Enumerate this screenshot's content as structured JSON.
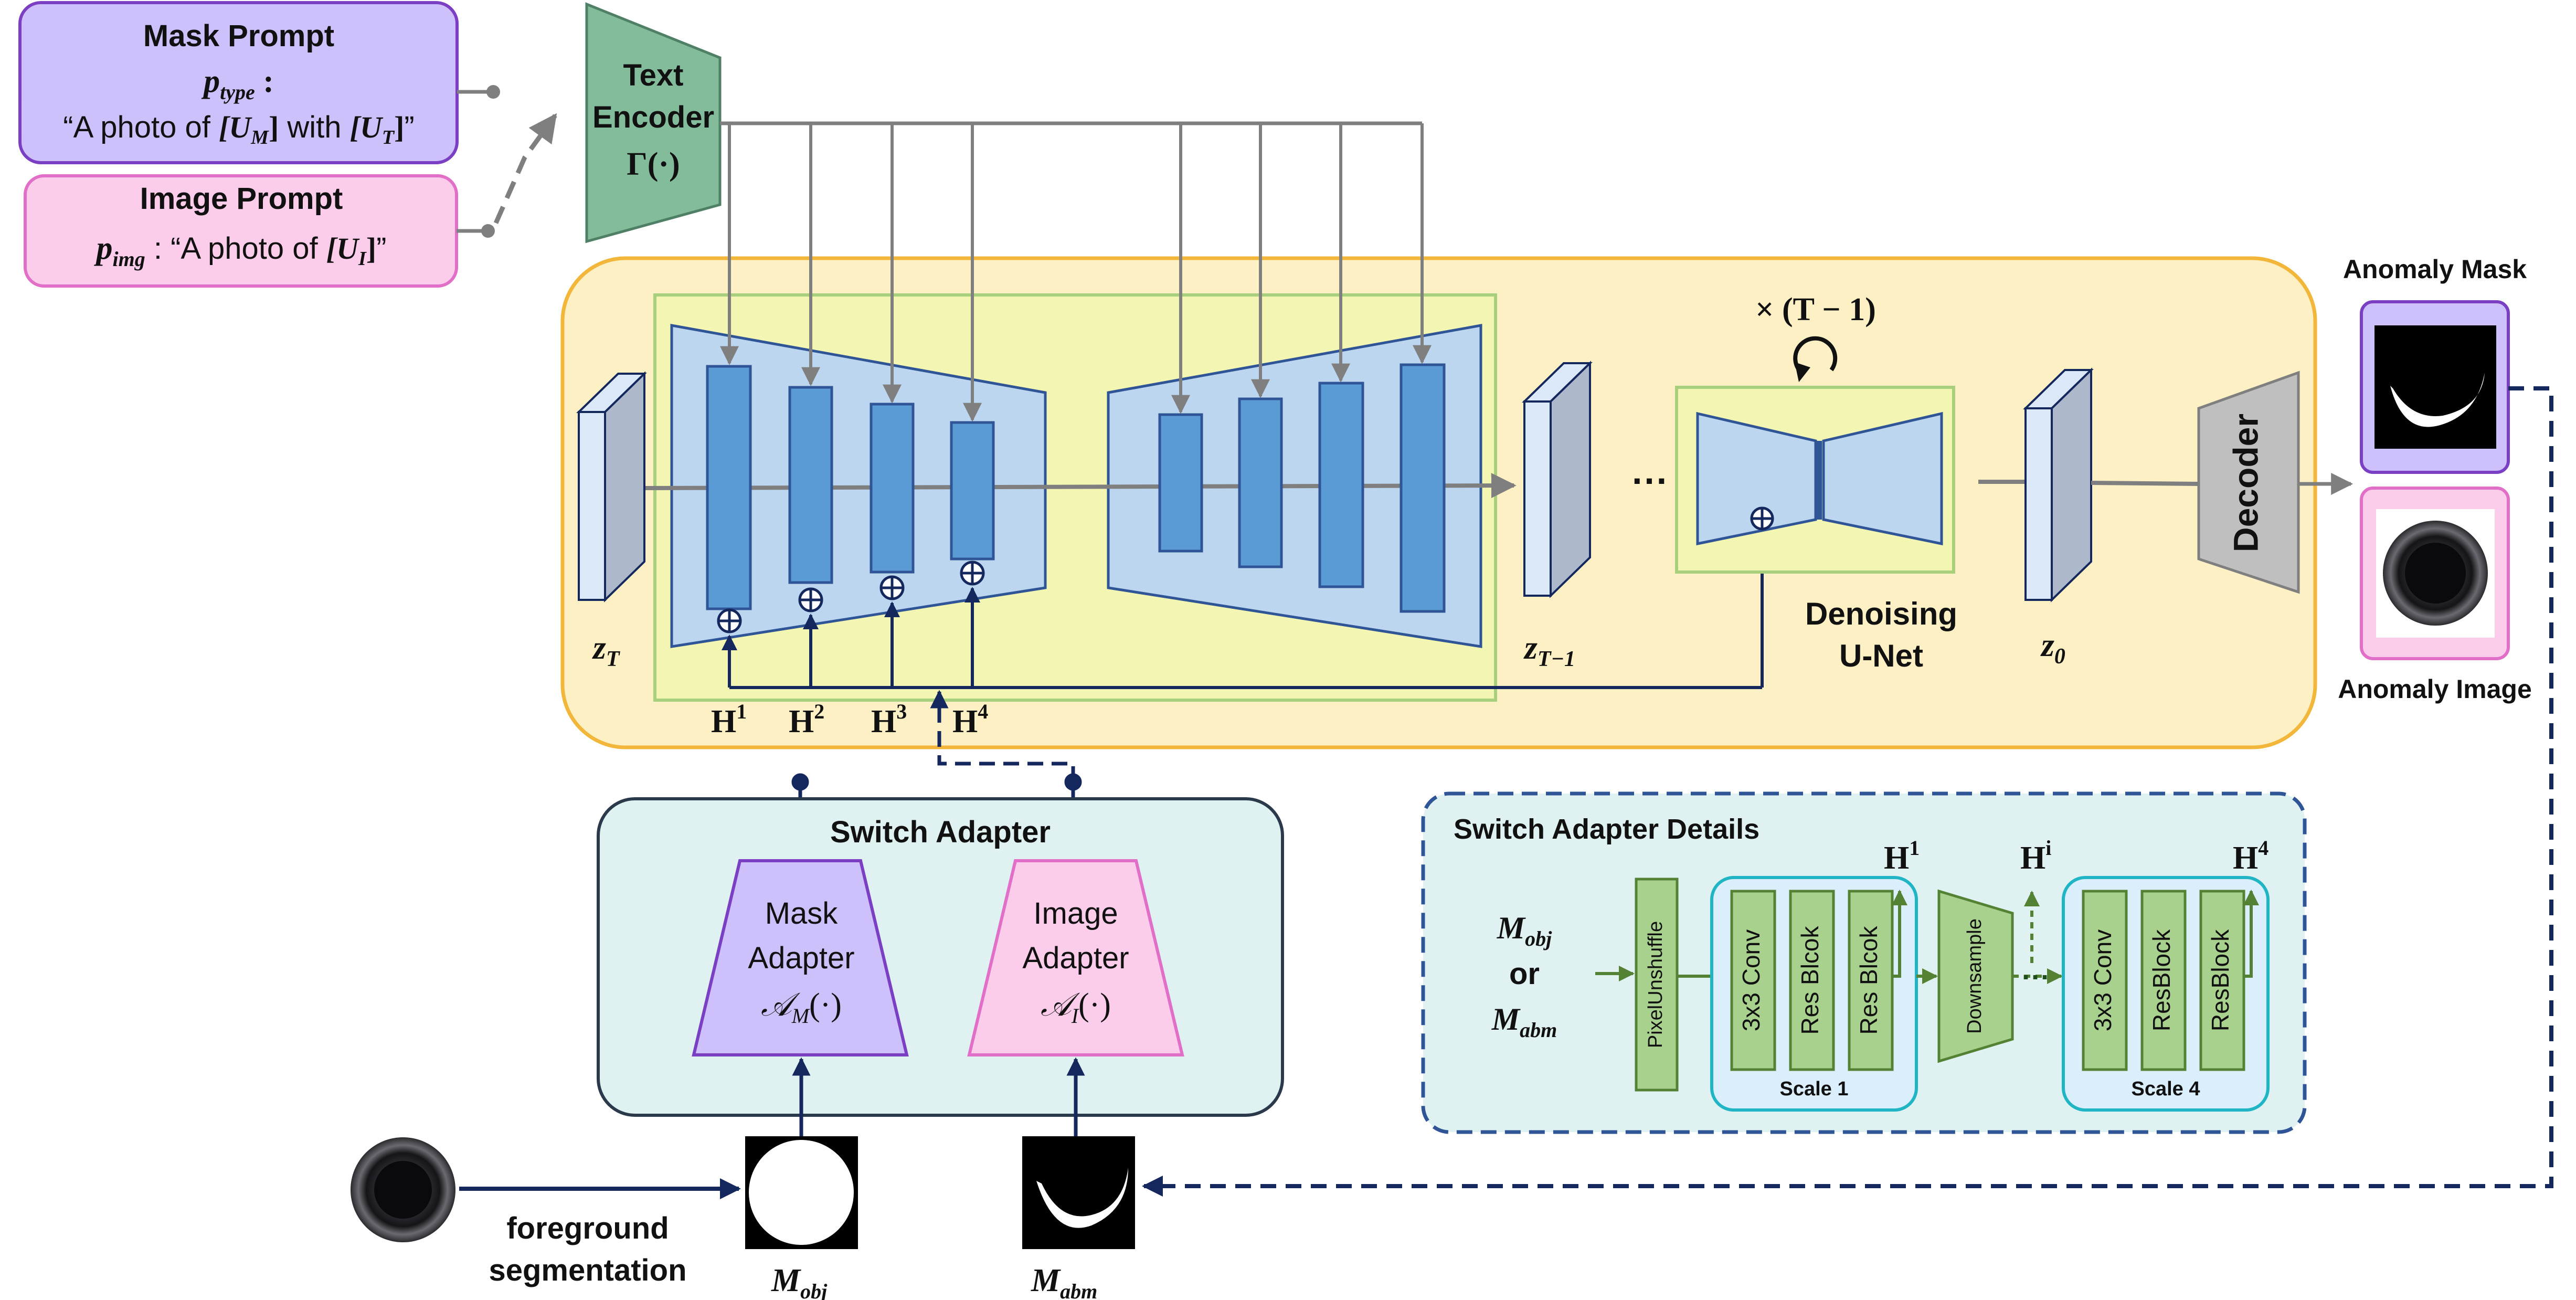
{
  "prompts": {
    "mask": {
      "title": "Mask Prompt",
      "var": "p",
      "var_sub": "type",
      "colon": " :",
      "line_a": "“A photo of ",
      "um": "[U",
      "um_sub": "M",
      "um_close": "]",
      "with": " with ",
      "ut": "[U",
      "ut_sub": "T",
      "ut_close": "]",
      "end_quote": "”"
    },
    "image": {
      "title": "Image Prompt",
      "var": "p",
      "var_sub": "img",
      "mid": " : “A photo of ",
      "ui": "[U",
      "ui_sub": "I",
      "ui_close": "]",
      "end_quote": "”"
    }
  },
  "text_encoder": {
    "line1": "Text",
    "line2": "Encoder",
    "line3": "Γ(·)"
  },
  "latents": {
    "zt": {
      "base": "z",
      "sub": "T"
    },
    "zt1": {
      "base": "z",
      "sub": "T−1"
    },
    "z0": {
      "base": "z",
      "sub": "0"
    }
  },
  "ellipsis": "···",
  "repeat_label": "× (T − 1)",
  "repeat_icon": "loop-arrow-icon",
  "unet_label": {
    "line1": "Denoising",
    "line2": "U-Net"
  },
  "decoder_label": "Decoder",
  "outputs": {
    "mask_title": "Anomaly Mask",
    "image_title": "Anomaly Image"
  },
  "h_labels": [
    {
      "base": "H",
      "sup": "1"
    },
    {
      "base": "H",
      "sup": "2"
    },
    {
      "base": "H",
      "sup": "3"
    },
    {
      "base": "H",
      "sup": "4"
    }
  ],
  "oplus": "⊕",
  "switch_adapter": {
    "title": "Switch Adapter",
    "mask_adapter": {
      "line1": "Mask",
      "line2": "Adapter",
      "sym": "𝒜",
      "sub": "M",
      "call": "(·)"
    },
    "image_adapter": {
      "line1": "Image",
      "line2": "Adapter",
      "sym": "𝒜",
      "sub": "I",
      "call": "(·)"
    }
  },
  "bottom": {
    "fg_line1": "foreground",
    "fg_line2": "segmentation",
    "m_obj": {
      "base": "M",
      "sub": "obj"
    },
    "m_abm": {
      "base": "M",
      "sub": "abm"
    }
  },
  "details": {
    "title": "Switch Adapter Details",
    "input_a": {
      "base": "M",
      "sub": "obj"
    },
    "or": "or",
    "input_b": {
      "base": "M",
      "sub": "abm"
    },
    "pixel_unshuffle": "PixelUnshuffle",
    "scale1_blocks": [
      "3x3 Conv",
      "Res Blcok",
      "Res Blcok"
    ],
    "scale1_label": "Scale 1",
    "downsample": "Downsample",
    "dots": "···",
    "scale4_blocks": [
      "3x3 Conv",
      "ResBlock",
      "ResBlock"
    ],
    "scale4_label": "Scale 4",
    "h_out": [
      {
        "base": "H",
        "sup": "1"
      },
      {
        "base": "H",
        "sup": "i"
      },
      {
        "base": "H",
        "sup": "4"
      }
    ]
  },
  "colors": {
    "mask_fill": "#cdc0fb",
    "mask_stroke": "#7b3fc4",
    "image_fill": "#fbcdea",
    "image_stroke": "#e16fc7",
    "encoder_fill": "#82bc9b",
    "yellow_outer": "#fdf0c4",
    "yellow_outer_stroke": "#f2b73a",
    "yellow_inner": "#f3f6b2",
    "yellow_inner_stroke": "#a8d07c",
    "blue_light": "#bcd6ef",
    "blue_block": "#5b9bd5",
    "blue_dark": "#2f5597",
    "navy": "#14285e",
    "teal_panel": "#dff2f1",
    "green_block": "#a9d18e",
    "green_block_stroke": "#548235",
    "scale_stroke": "#1fb5c4"
  }
}
